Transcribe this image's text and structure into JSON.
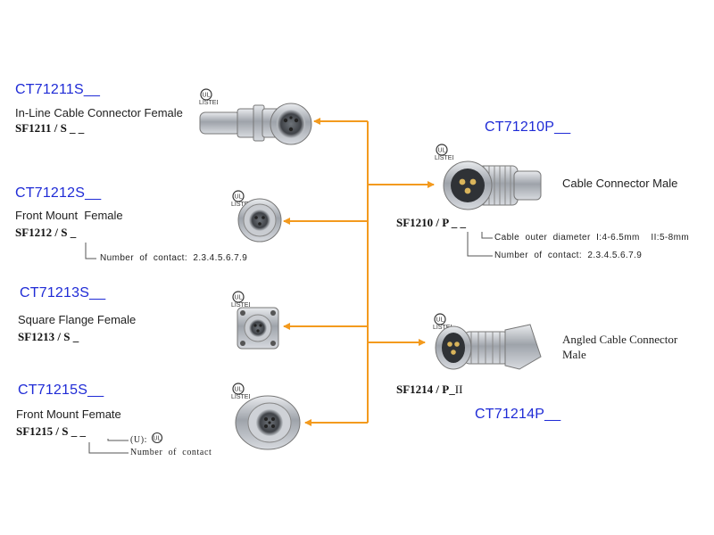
{
  "colors": {
    "arrow": "#f39a1e",
    "code": "#1f2bd6",
    "metal": "#b8bcc2"
  },
  "icons": {
    "certification": "ul-listed-icon"
  },
  "products": [
    {
      "code": "CT71211S__",
      "description": "In-Line Cable Connector Female",
      "part": "SF1211 / S",
      "part_suffix": "_ _"
    },
    {
      "code": "CT71212S__",
      "description": "Front Mount  Female",
      "part": "SF1212 / S",
      "part_suffix": "_",
      "note": "Number  of  contact:  2.3.4.5.6.7.9"
    },
    {
      "code": "CT71213S__",
      "description": "Square Flange Female",
      "part": "SF1213 / S",
      "part_suffix": "_"
    },
    {
      "code": "CT71215S__",
      "description": "Front Mount Femate",
      "part": "SF1215 / S",
      "part_suffix": "_ _",
      "u_label": "(U):",
      "note": "Number  of  contact"
    },
    {
      "code": "CT71210P__",
      "description": "Cable Connector Male",
      "part": "SF1210 / P",
      "part_suffix": "_ _",
      "note_diameter": "Cable  outer  diameter  I:4-6.5mm    II:5-8mm",
      "note_contact": "Number  of  contact:  2.3.4.5.6.7.9"
    },
    {
      "code": "CT71214P__",
      "description_line1": "Angled Cable Connector",
      "description_line2": "Male",
      "part": "SF1214 / P",
      "part_suffix": "_",
      "part_roman": "II"
    }
  ]
}
